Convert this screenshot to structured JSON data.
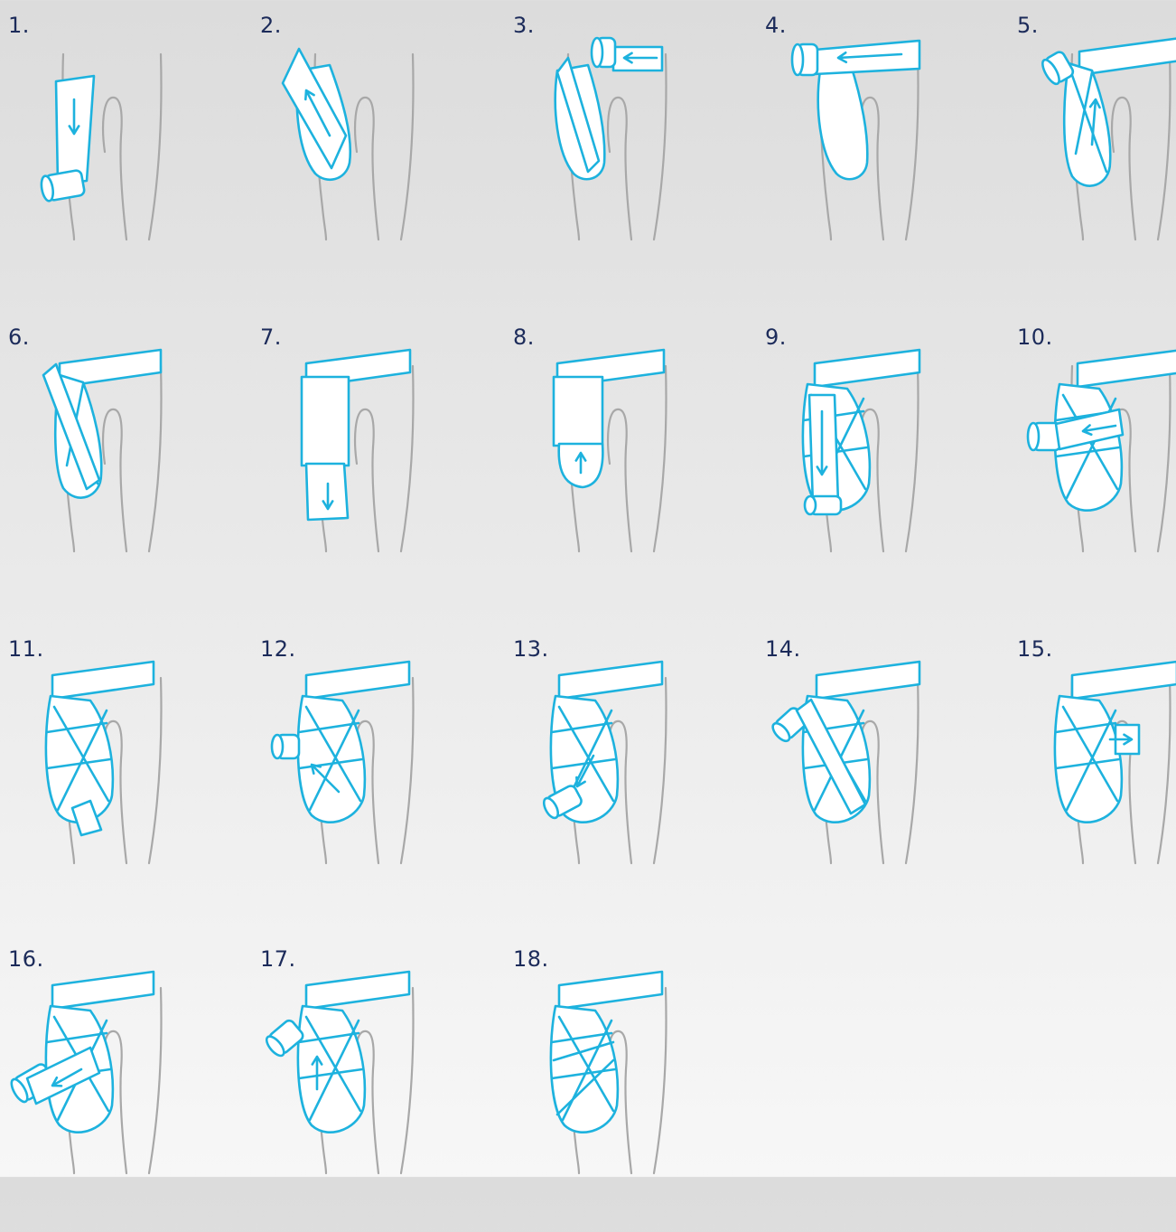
{
  "colors": {
    "tape": "#1db2de",
    "leg": "#a8a8a8",
    "number": "#1c2b5a"
  },
  "steps": [
    {
      "label": "1.",
      "icon": "bandage-step-1-icon"
    },
    {
      "label": "2.",
      "icon": "bandage-step-2-icon"
    },
    {
      "label": "3.",
      "icon": "bandage-step-3-icon"
    },
    {
      "label": "4.",
      "icon": "bandage-step-4-icon"
    },
    {
      "label": "5.",
      "icon": "bandage-step-5-icon"
    },
    {
      "label": "6.",
      "icon": "bandage-step-6-icon"
    },
    {
      "label": "7.",
      "icon": "bandage-step-7-icon"
    },
    {
      "label": "8.",
      "icon": "bandage-step-8-icon"
    },
    {
      "label": "9.",
      "icon": "bandage-step-9-icon"
    },
    {
      "label": "10.",
      "icon": "bandage-step-10-icon"
    },
    {
      "label": "11.",
      "icon": "bandage-step-11-icon"
    },
    {
      "label": "12.",
      "icon": "bandage-step-12-icon"
    },
    {
      "label": "13.",
      "icon": "bandage-step-13-icon"
    },
    {
      "label": "14.",
      "icon": "bandage-step-14-icon"
    },
    {
      "label": "15.",
      "icon": "bandage-step-15-icon"
    },
    {
      "label": "16.",
      "icon": "bandage-step-16-icon"
    },
    {
      "label": "17.",
      "icon": "bandage-step-17-icon"
    },
    {
      "label": "18.",
      "icon": "bandage-step-18-icon"
    }
  ]
}
